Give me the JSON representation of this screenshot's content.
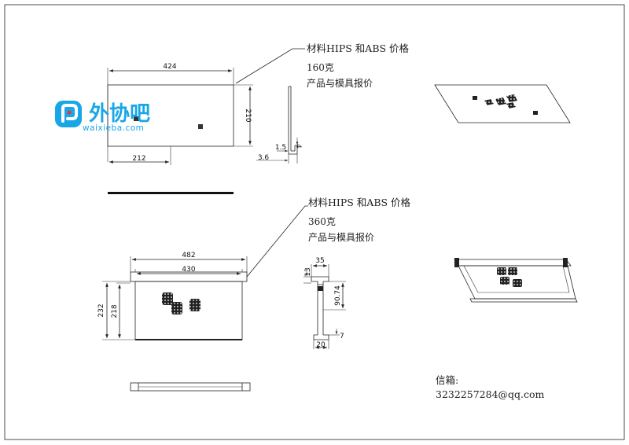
{
  "logo": {
    "main": "外协吧",
    "sub": "waixieba.com",
    "icon": "waixieba-logo-icon",
    "color": "#19a6e6"
  },
  "part1": {
    "note_material": "材料HIPS 和ABS 价格",
    "note_weight": "160克",
    "note_quote": "产品与模具报价",
    "dims": {
      "width": "424",
      "height": "210",
      "half": "212",
      "thickness": "1.5",
      "wall": "3.6",
      "lip": "4"
    }
  },
  "part2": {
    "note_material": "材料HIPS 和ABS 价格",
    "note_weight": "360克",
    "note_quote": "产品与模具报价",
    "dims": {
      "outer_width": "482",
      "inner_width": "430",
      "outer_height": "232",
      "inner_height": "218",
      "flange": "35",
      "rail": "13",
      "depth": "90.74",
      "bottom": "20",
      "step": "7"
    }
  },
  "contact": {
    "label": "信箱:",
    "email": "3232257284@qq.com"
  }
}
